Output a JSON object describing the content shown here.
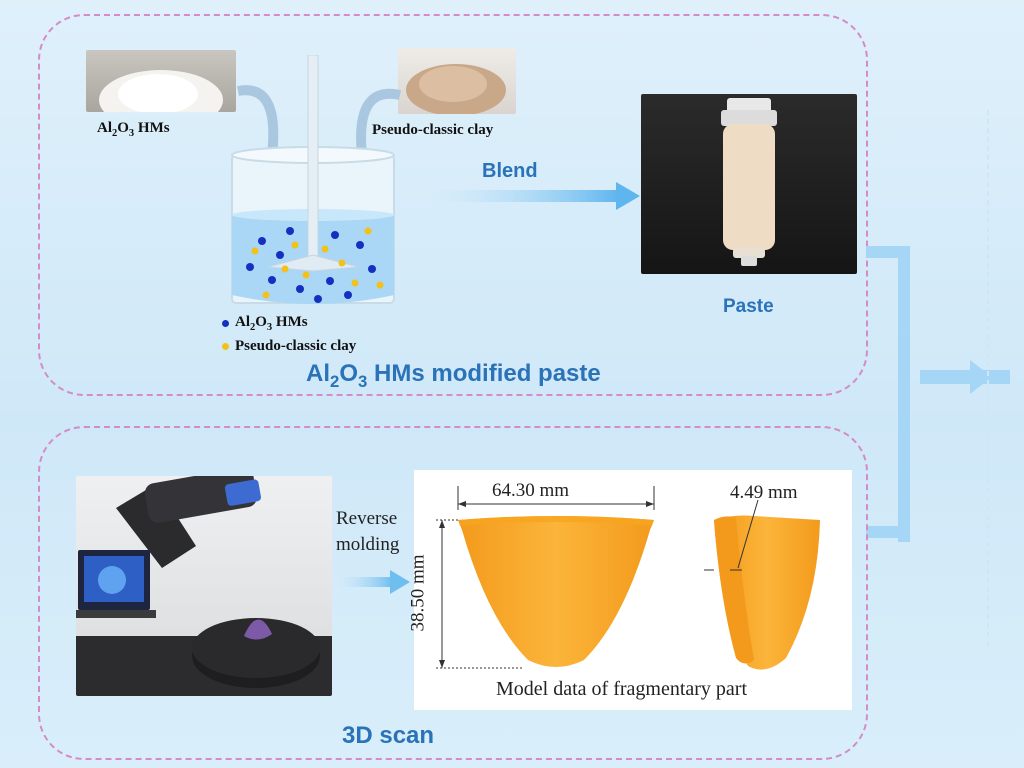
{
  "top": {
    "ingredient_1": {
      "name": "Al",
      "sub1": "2",
      "o": "O",
      "sub2": "3",
      "rest": " HMs"
    },
    "ingredient_2": {
      "label": "Pseudo-classic clay"
    },
    "legend": {
      "item_1": {
        "name": "Al",
        "sub1": "2",
        "o": "O",
        "sub2": "3",
        "rest": " HMs",
        "color": "#1530c0"
      },
      "item_2": {
        "label": "Pseudo-classic clay",
        "color": "#f2c21b"
      }
    },
    "arrow_label": "Blend",
    "paste_label": "Paste",
    "panel_title": {
      "name": "Al",
      "sub1": "2",
      "o": "O",
      "sub2": "3",
      "rest": " HMs modified paste"
    }
  },
  "bottom": {
    "arrow_label_1": "Reverse",
    "arrow_label_2": "molding",
    "dim_width": "64.30 mm",
    "dim_height": "38.50 mm",
    "dim_thickness": "4.49 mm",
    "model_caption": "Model data of fragmentary part",
    "panel_title": "3D scan"
  },
  "colors": {
    "accent_blue": "#2a73b8",
    "panel_border": "#d48bc7",
    "model_orange": "#f7a51f"
  }
}
